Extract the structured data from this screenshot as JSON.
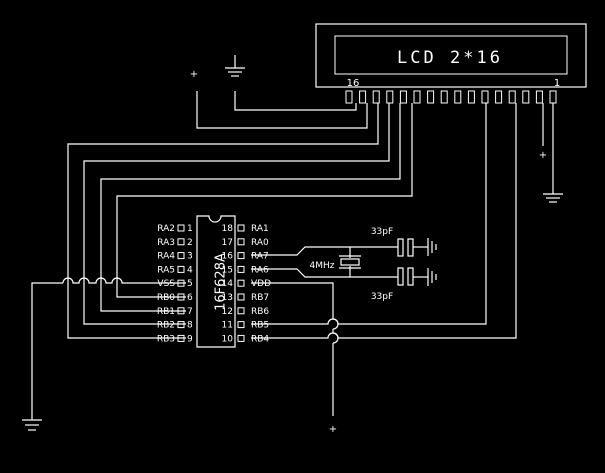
{
  "lcd": {
    "label": "LCD 2*16",
    "pin_left": "16",
    "pin_right": "1"
  },
  "chip": {
    "name": "16F628A",
    "left_pins": [
      {
        "name": "RA2",
        "num": "1"
      },
      {
        "name": "RA3",
        "num": "2"
      },
      {
        "name": "RA4",
        "num": "3"
      },
      {
        "name": "RA5",
        "num": "4"
      },
      {
        "name": "VSS",
        "num": "5"
      },
      {
        "name": "RB0",
        "num": "6"
      },
      {
        "name": "RB1",
        "num": "7"
      },
      {
        "name": "RB2",
        "num": "8"
      },
      {
        "name": "RB3",
        "num": "9"
      }
    ],
    "right_pins": [
      {
        "name": "RA1",
        "num": "18"
      },
      {
        "name": "RA0",
        "num": "17"
      },
      {
        "name": "RA7",
        "num": "16"
      },
      {
        "name": "RA6",
        "num": "15"
      },
      {
        "name": "VDD",
        "num": "14"
      },
      {
        "name": "RB7",
        "num": "13"
      },
      {
        "name": "RB6",
        "num": "12"
      },
      {
        "name": "RB5",
        "num": "11"
      },
      {
        "name": "RB4",
        "num": "10"
      }
    ]
  },
  "crystal": {
    "label": "4MHz"
  },
  "capacitors": [
    {
      "label": "33pF"
    },
    {
      "label": "33pF"
    }
  ],
  "power": {
    "plus_symbol": "+"
  }
}
